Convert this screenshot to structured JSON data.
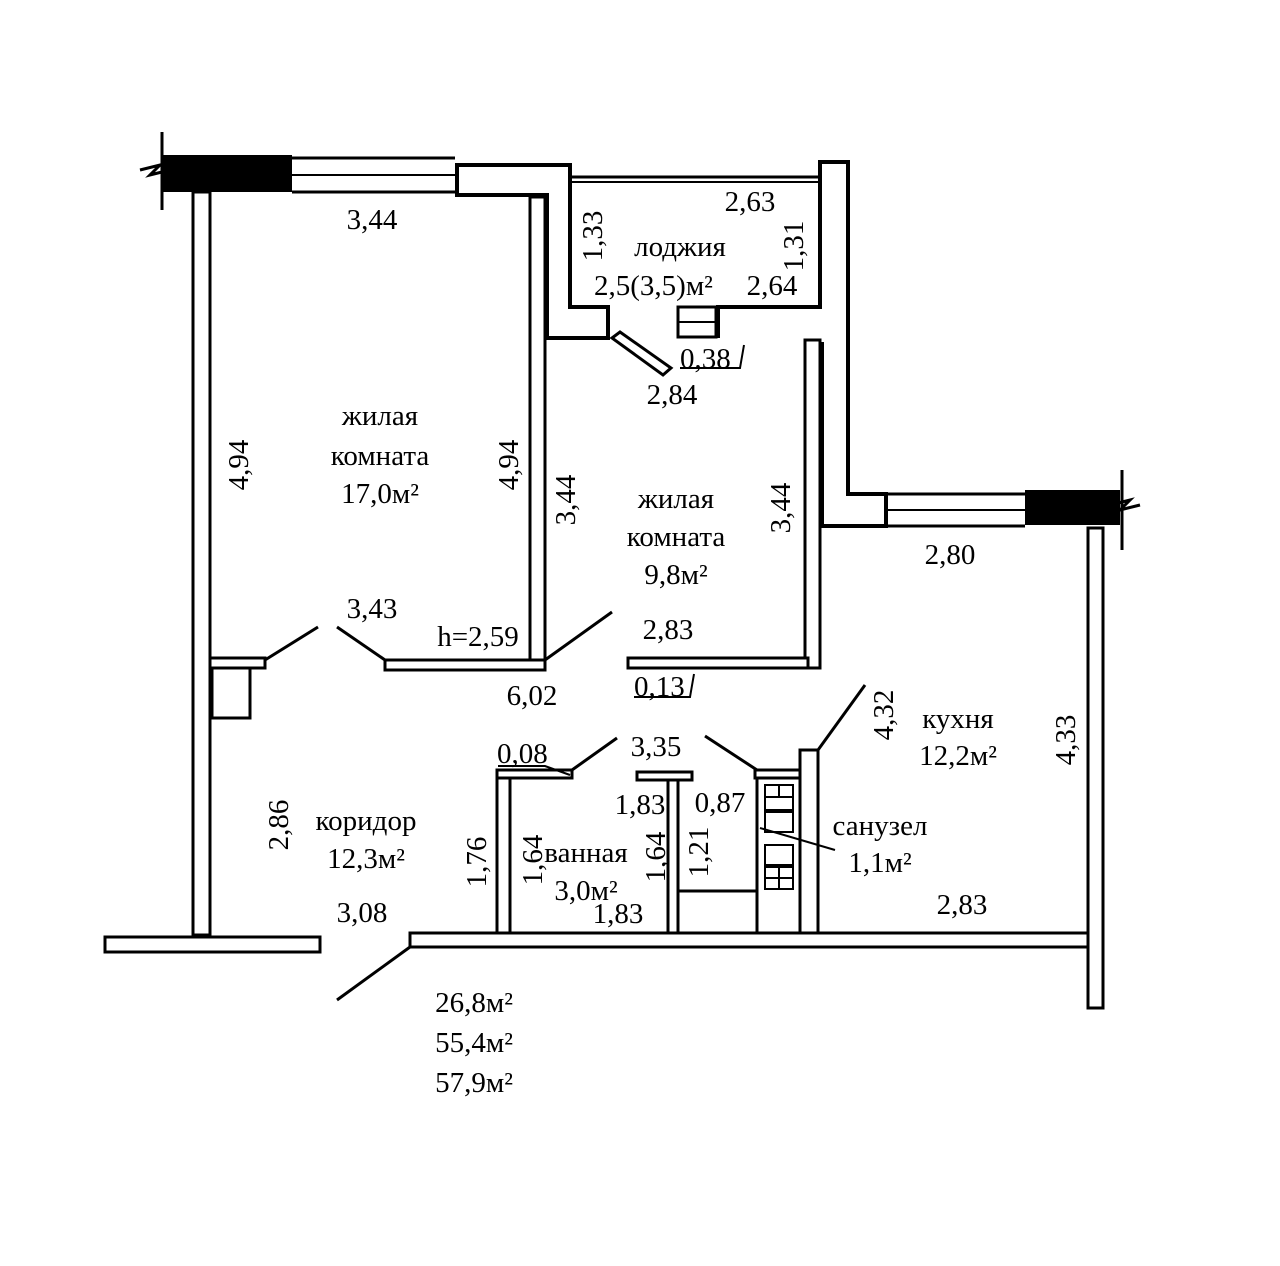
{
  "rooms": {
    "living1": {
      "name_1": "жилая",
      "name_2": "комната",
      "area": "17,0м²"
    },
    "living2": {
      "name_1": "жилая",
      "name_2": "комната",
      "area": "9,8м²"
    },
    "loggia": {
      "name": "лоджия",
      "area": "2,5(3,5)м²"
    },
    "kitchen": {
      "name": "кухня",
      "area": "12,2м²"
    },
    "corridor": {
      "name": "коридор",
      "area": "12,3м²"
    },
    "bathroom": {
      "name": "ванная",
      "area": "3,0м²"
    },
    "wc": {
      "name": "санузел",
      "area": "1,1м²"
    }
  },
  "dimensions": {
    "living1_top": "3,44",
    "living1_left": "4,94",
    "living1_right": "4,94",
    "living1_bottom": "3,43",
    "ceiling_height": "h=2,59",
    "living2_left": "3,44",
    "living2_right": "3,44",
    "living2_top": "2,84",
    "living2_bottom": "2,83",
    "loggia_top": "2,63",
    "loggia_bottom": "2,64",
    "loggia_left": "1,33",
    "loggia_right": "1,31",
    "niche_038": "0,38",
    "niche_013": "0,13",
    "niche_008": "0,08",
    "corridor_top": "6,02",
    "corridor_left": "2,86",
    "corridor_bottom": "3,08",
    "corridor_side": "1,76",
    "bath_top": "3,35",
    "bath_w_top": "1,83",
    "bath_w_bottom": "1,83",
    "bath_left": "1,64",
    "bath_right": "1,64",
    "wc_w": "0,87",
    "wc_h": "1,21",
    "kitchen_top": "2,80",
    "kitchen_left": "4,32",
    "kitchen_right": "4,33",
    "kitchen_bottom": "2,83"
  },
  "totals": {
    "living": "26,8м²",
    "total": "55,4м²",
    "total_with_loggia": "57,9м²"
  }
}
